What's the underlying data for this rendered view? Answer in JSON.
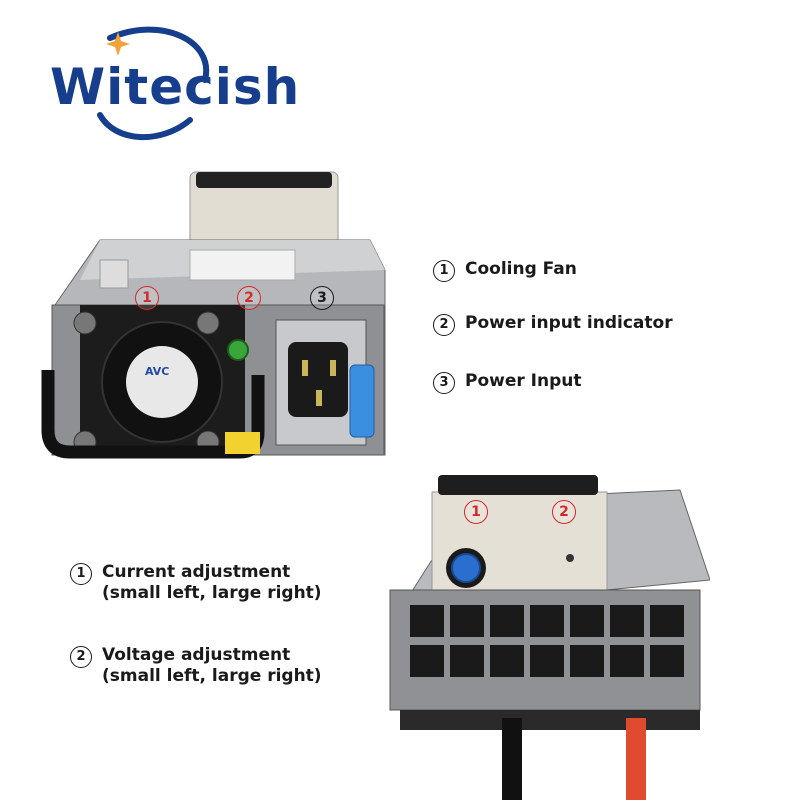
{
  "brand": {
    "name": "Witecish"
  },
  "legend_top": [
    {
      "num": "1",
      "label": "Cooling Fan"
    },
    {
      "num": "2",
      "label": "Power input indicator"
    },
    {
      "num": "3",
      "label": "Power Input"
    }
  ],
  "legend_bottom": [
    {
      "num": "1",
      "line1": "Current adjustment",
      "line2": "(small left, large right)"
    },
    {
      "num": "2",
      "line1": "Voltage adjustment",
      "line2": "(small left, large right)"
    }
  ],
  "markers_top": [
    "1",
    "2",
    "3"
  ],
  "markers_bottom": [
    "1",
    "2"
  ],
  "colors": {
    "brand_blue": "#163e8c",
    "star_orange": "#f2a23a",
    "marker_red": "#d42a2a",
    "text_dark": "#1a1a1a"
  }
}
